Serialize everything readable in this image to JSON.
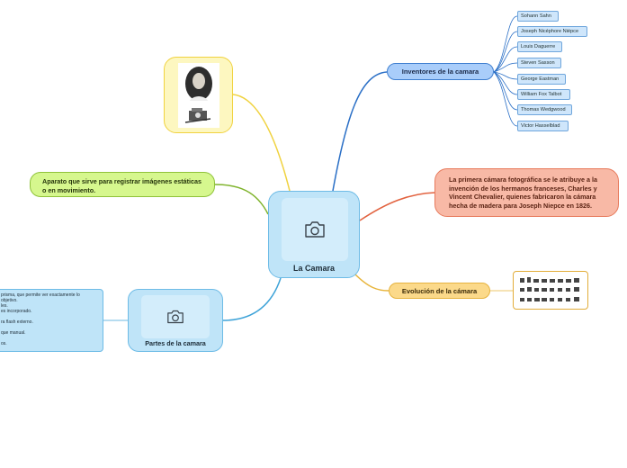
{
  "central": {
    "label": "La Camara",
    "icon": "camera-icon"
  },
  "inventores": {
    "label": "Inventores de la camara",
    "items": [
      "Sohann Sahn",
      "Joseph Nicéphore Niépce",
      "Louis Daguerre",
      "Steven Sasson",
      "George Eastman",
      "William Fox Talbot",
      "Thomas Wedgwood",
      "Victor Hasselblad"
    ]
  },
  "primera": {
    "text": "La primera cámara fotográfica se le atribuye a la invención de los hermanos franceses, Charles y Vincent Chevalier, quienes fabricaron la cámara hecha de madera para Joseph Niepce en 1826."
  },
  "evolucion": {
    "label": "Evolución de la cámara",
    "image": "camera-evolution-image"
  },
  "portrait": {
    "image": "inventor-portrait-image"
  },
  "aparato": {
    "text": "Aparato que sirve para registrar imágenes estáticas o en movimiento."
  },
  "partes": {
    "label": "Partes de la camara",
    "icon": "camera-icon",
    "notes": [
      "prisma, que permite ver exactamente lo",
      "objetivo.",
      "les.",
      "es incorporado.",
      "",
      "ra flash externo.",
      "",
      "que manual.",
      "",
      "os."
    ]
  },
  "colors": {
    "inventores_line": "#2a6fc6",
    "primera_line": "#e2623f",
    "evolucion_line": "#e7b43a",
    "portrait_line": "#f0d23f",
    "aparato_line": "#7fb32b",
    "partes_line": "#3ea3d8"
  }
}
